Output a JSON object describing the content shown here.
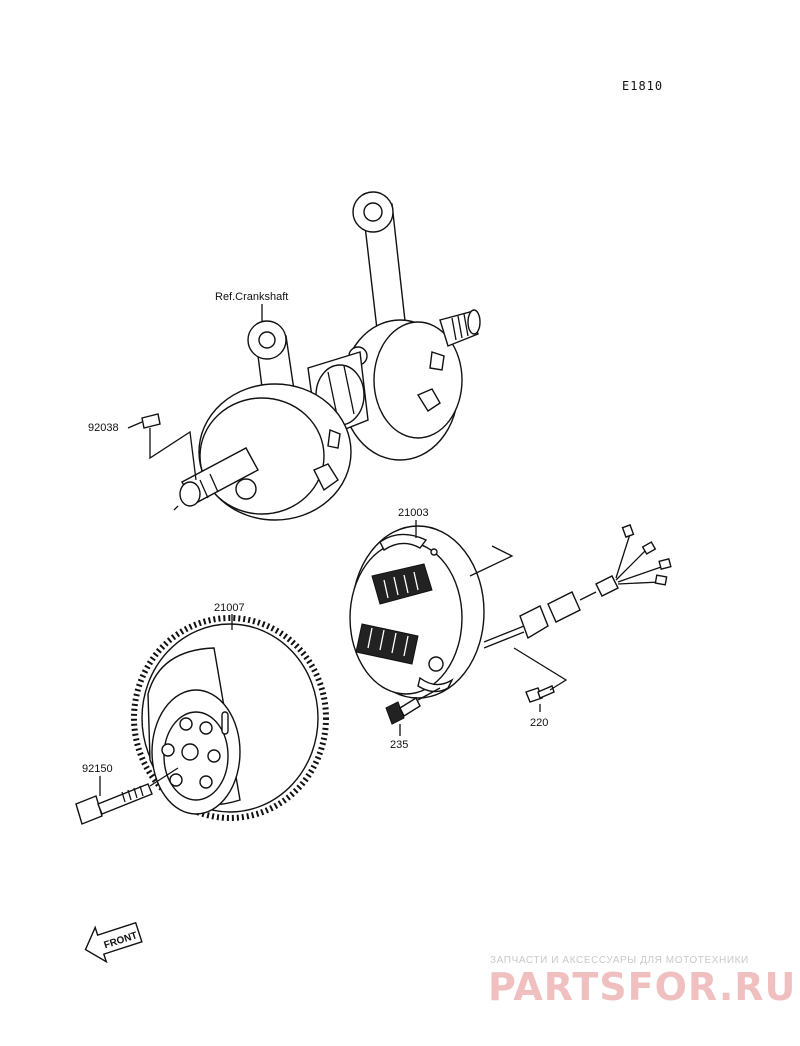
{
  "diagram": {
    "code": "E1810",
    "labels": {
      "ref_crankshaft": "Ref.Crankshaft",
      "p92038": "92038",
      "p21003": "21003",
      "p21007": "21007",
      "p92150": "92150",
      "p220": "220",
      "p235": "235"
    },
    "front_arrow": "FRONT"
  },
  "watermark": {
    "tagline": "ЗАПЧАСТИ И АКСЕССУАРЫ ДЛЯ МОТОТЕХНИКИ",
    "brand": "PARTSFOR.RU"
  }
}
